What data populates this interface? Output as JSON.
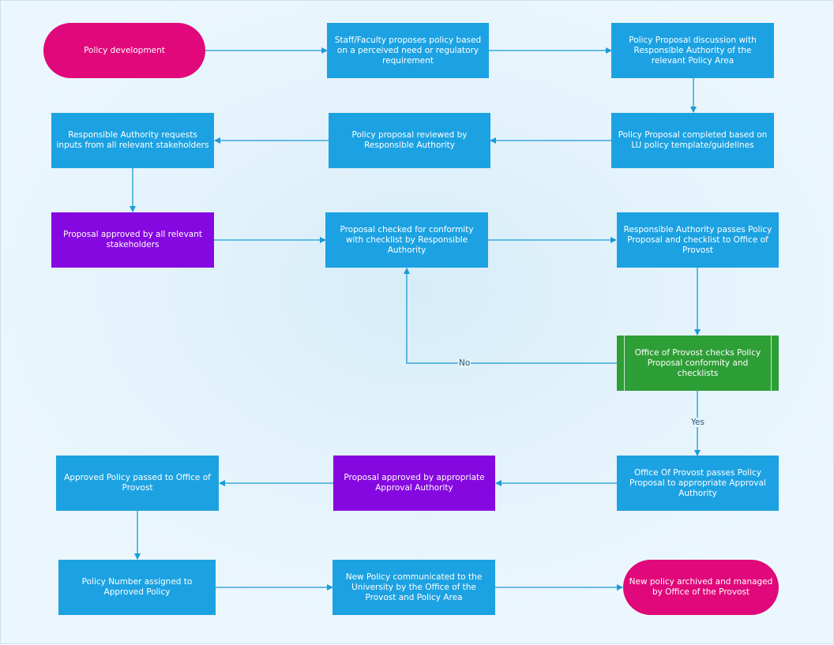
{
  "colors": {
    "process": "#1ca2e2",
    "terminal": "#e0087a",
    "approval": "#8608e0",
    "decision": "#2e9e36",
    "connector": "#1b9bd7"
  },
  "nodes": {
    "policy_development": "Policy development",
    "staff_proposes": "Staff/Faculty proposes policy based on a perceived need or regulatory requirement",
    "proposal_discussion": "Policy Proposal discussion with Responsible Authority of the relevant Policy Area",
    "proposal_completed": "Policy Proposal completed based on LU policy template/guidelines",
    "proposal_reviewed": "Policy proposal reviewed by Responsible Authority",
    "requests_inputs": "Responsible Authority requests inputs from all relevant stakeholders",
    "approved_by_stakeholders": "Proposal approved by all relevant stakeholders",
    "checked_conformity": "Proposal checked for conformity with checklist by Responsible Authority",
    "passes_to_provost": "Responsible Authority passes Policy Proposal and checklist  to Office of Provost",
    "provost_checks": "Office of Provost checks Policy Proposal conformity and checklists",
    "provost_passes_approval": "Office Of Provost passes Policy Proposal to appropriate Approval Authority",
    "approved_by_authority": "Proposal approved by appropriate Approval Authority",
    "approved_passed_provost": "Approved Policy  passed to Office of Provost",
    "number_assigned": "Policy Number assigned to Approved Policy",
    "communicated": "New Policy communicated to the University by the Office of the Provost and Policy Area",
    "archived": "New policy archived and managed by Office of the Provost"
  },
  "edge_labels": {
    "no": "No",
    "yes": "Yes"
  }
}
